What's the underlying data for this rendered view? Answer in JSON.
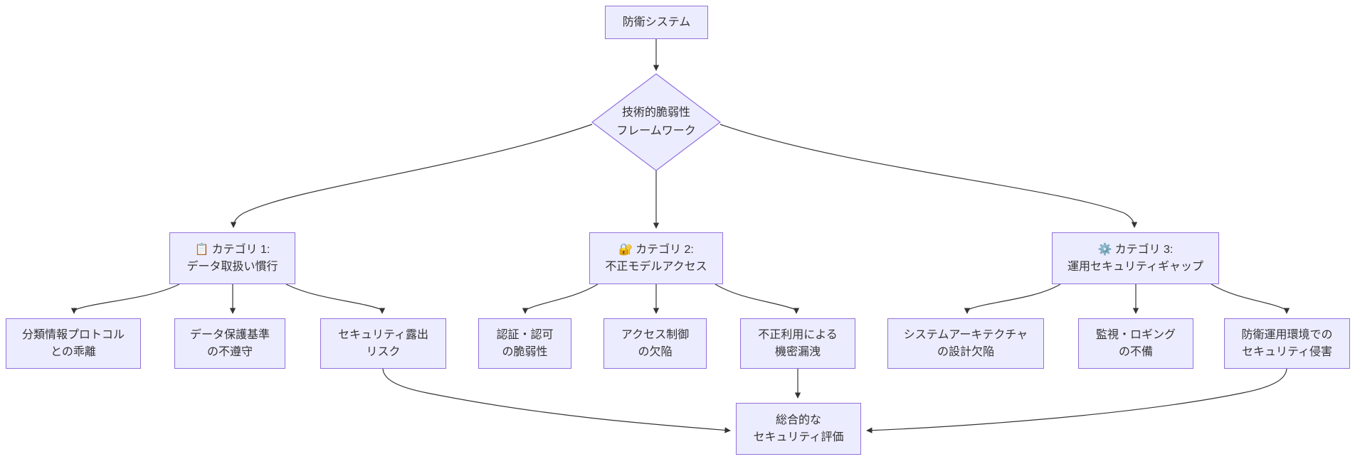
{
  "diagram": {
    "type": "flowchart",
    "colors": {
      "node_fill": "#ECECFF",
      "node_border": "#9370DB",
      "text": "#333333",
      "edge": "#333333"
    },
    "nodes": {
      "root": {
        "label": "防衛システム"
      },
      "framework": {
        "line1": "技術的脆弱性",
        "line2": "フレームワーク"
      },
      "cat1": {
        "icon": "📋",
        "title": "カテゴリ 1:",
        "line2": "データ取扱い慣行"
      },
      "cat2": {
        "icon": "🔐",
        "title": "カテゴリ 2:",
        "line2": "不正モデルアクセス"
      },
      "cat3": {
        "icon": "⚙️",
        "title": "カテゴリ 3:",
        "line2": "運用セキュリティギャップ"
      },
      "leaf1": {
        "line1": "分類情報プロトコル",
        "line2": "との乖離"
      },
      "leaf2": {
        "line1": "データ保護基準",
        "line2": "の不遵守"
      },
      "leaf3": {
        "line1": "セキュリティ露出",
        "line2": "リスク"
      },
      "leaf4": {
        "line1": "認証・認可",
        "line2": "の脆弱性"
      },
      "leaf5": {
        "line1": "アクセス制御",
        "line2": "の欠陥"
      },
      "leaf6": {
        "line1": "不正利用による",
        "line2": "機密漏洩"
      },
      "leaf7": {
        "line1": "システムアーキテクチャ",
        "line2": "の設計欠陥"
      },
      "leaf8": {
        "line1": "監視・ロギング",
        "line2": "の不備"
      },
      "leaf9": {
        "line1": "防衛運用環境での",
        "line2": "セキュリティ侵害"
      },
      "final": {
        "line1": "総合的な",
        "line2": "セキュリティ評価"
      }
    }
  }
}
